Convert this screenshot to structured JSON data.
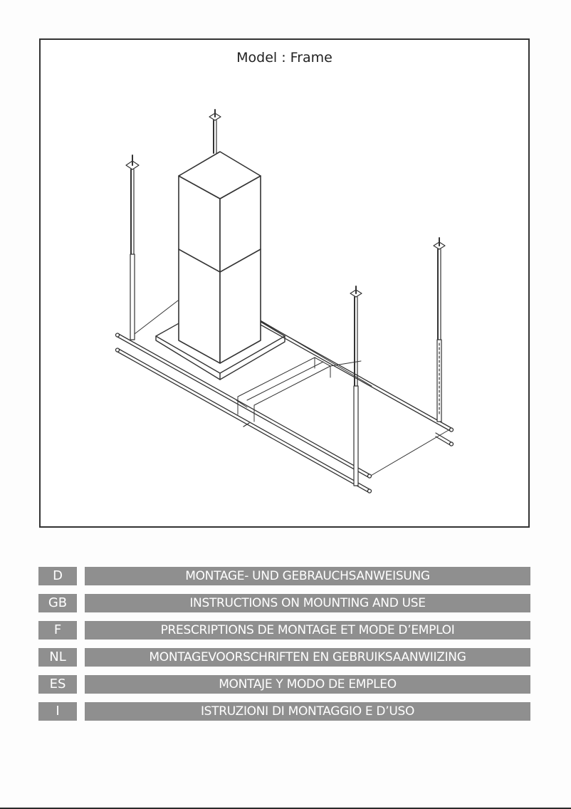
{
  "cover": {
    "model_title": "Model : Frame",
    "illustration": "isometric line drawing of island cooker hood with square chimney mounted on suspended rectangular ceiling frame with four threaded suspension rods"
  },
  "languages": [
    {
      "code": "D",
      "title": "MONTAGE- UND GEBRAUCHSANWEISUNG"
    },
    {
      "code": "GB",
      "title": "INSTRUCTIONS ON MOUNTING AND USE"
    },
    {
      "code": "F",
      "title": "PRESCRIPTIONS DE MONTAGE ET MODE D’EMPLOI"
    },
    {
      "code": "NL",
      "title": "MONTAGEVOORSCHRIFTEN EN GEBRUIKSAANWIIZING"
    },
    {
      "code": "ES",
      "title": "MONTAJE Y MODO DE EMPLEO"
    },
    {
      "code": "I",
      "title": "ISTRUZIONI DI MONTAGGIO E D’USO"
    }
  ],
  "colors": {
    "bar_fill": "#8f8f8f",
    "bar_text": "#ffffff",
    "frame_border": "#333333"
  }
}
